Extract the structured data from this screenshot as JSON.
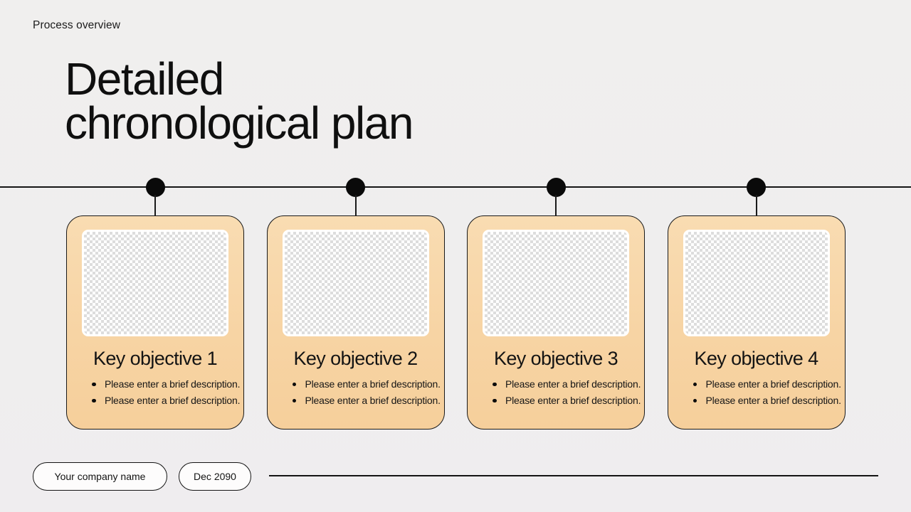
{
  "slide": {
    "eyebrow": "Process overview",
    "title_line1": "Detailed",
    "title_line2": "chronological plan"
  },
  "cards": [
    {
      "title": "Key objective 1",
      "bullets": [
        "Please enter a brief description.",
        "Please enter a brief description."
      ]
    },
    {
      "title": "Key objective 2",
      "bullets": [
        "Please enter a brief description.",
        "Please enter a brief description."
      ]
    },
    {
      "title": "Key objective 3",
      "bullets": [
        "Please enter a brief description.",
        "Please enter a brief description."
      ]
    },
    {
      "title": "Key objective 4",
      "bullets": [
        "Please enter a brief description.",
        "Please enter a brief description."
      ]
    }
  ],
  "footer": {
    "company": "Your company name",
    "date": "Dec 2090"
  },
  "colors": {
    "background": "#efeeee",
    "card_top": "#f9dcb2",
    "card_bottom": "#f6cf9b",
    "card_border": "#1a1a1a",
    "timeline": "#151515",
    "checker_gray": "#dddddd",
    "pill_background": "#fdfcfc"
  }
}
